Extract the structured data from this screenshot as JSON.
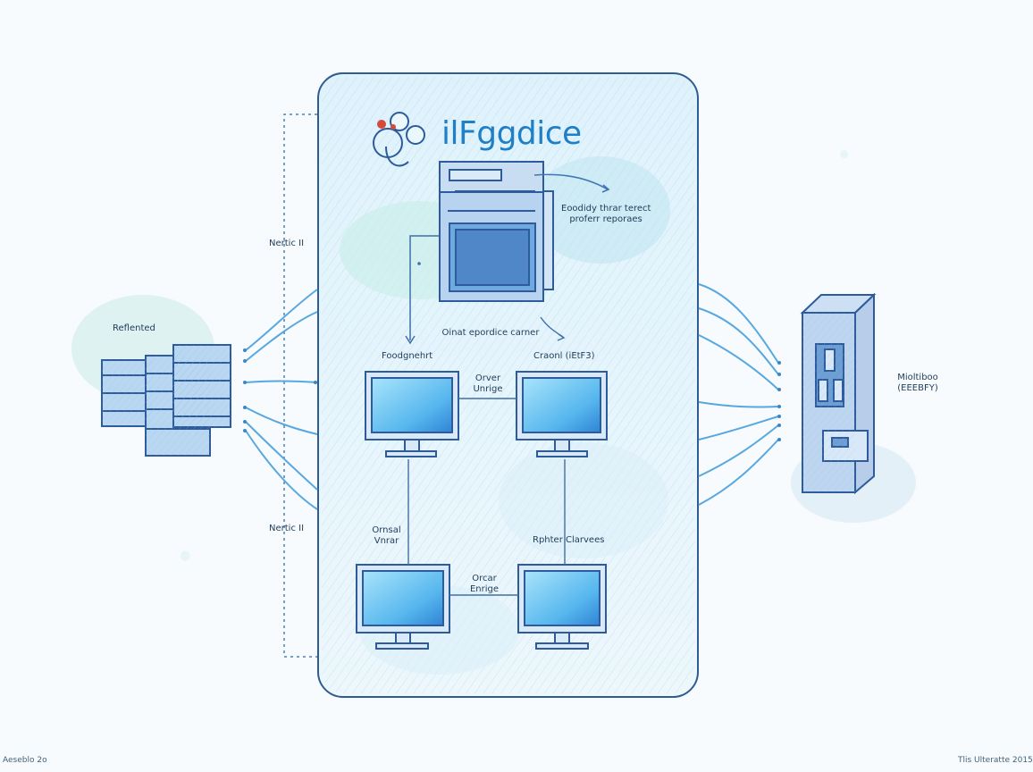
{
  "brand": {
    "name": "ilFggdice"
  },
  "labels": {
    "top_note_line1": "Eoodidy thrar terect",
    "top_note_line2": "proferr reporaes",
    "center_caption": "Oinat epordice carner",
    "left_group": "Reflented",
    "left_top": "Nertic II",
    "left_bottom": "Nertic II",
    "monitor_tl": "Foodgnehrt",
    "monitor_tr": "Craonl (iEtF3)",
    "link_top_line1": "Orver",
    "link_top_line2": "Unrige",
    "link_bottom_line1": "Orcar",
    "link_bottom_line2": "Enrige",
    "vertical_left_line1": "Ornsal",
    "vertical_left_line2": "Vnrar",
    "vertical_right": "Rphter Clarvees",
    "right_device_line1": "Mioltiboo",
    "right_device_line2": "(EEEBFY)",
    "footer_left": "Aeseblo 2o",
    "footer_right": "Tlis Ulteratte 2015"
  },
  "colors": {
    "ink": "#2a5aa3",
    "accent": "#1f7fc7",
    "wash": "#d8eef8",
    "screen": "#58b7ec",
    "screen_dark": "#2f83d5",
    "red": "#d44b3c"
  }
}
